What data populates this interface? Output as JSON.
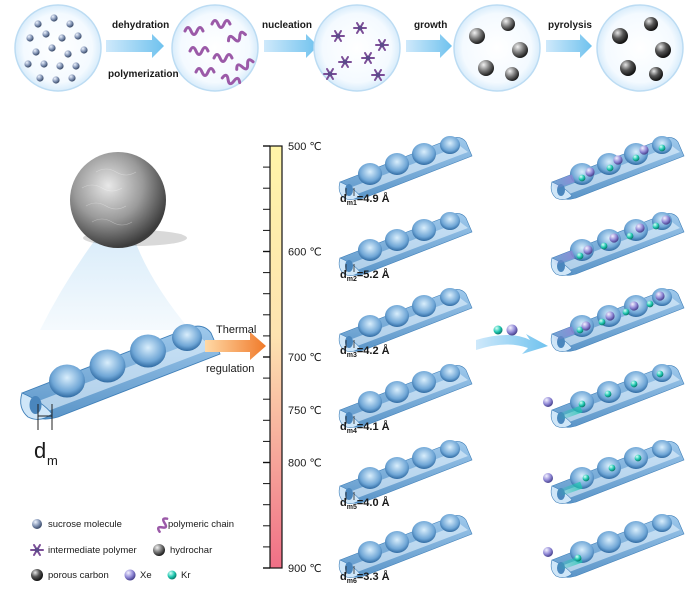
{
  "process": {
    "steps": [
      {
        "label": "dehydration",
        "label2": "polymerization"
      },
      {
        "label": "nucleation",
        "label2": ""
      },
      {
        "label": "growth",
        "label2": ""
      },
      {
        "label": "pyrolysis",
        "label2": ""
      }
    ]
  },
  "thermal": {
    "line1": "Thermal",
    "line2": "regulation"
  },
  "scale": {
    "ticks": [
      {
        "label": "500 ℃",
        "value": 500
      },
      {
        "label": "600 ℃",
        "value": 600
      },
      {
        "label": "700 ℃",
        "value": 700
      },
      {
        "label": "750 ℃",
        "value": 750
      },
      {
        "label": "800 ℃",
        "value": 800
      },
      {
        "label": "900 ℃",
        "value": 900
      }
    ],
    "min": 500,
    "max": 900
  },
  "pores": [
    {
      "sub": "m1",
      "value": "=4.9 Å"
    },
    {
      "sub": "m2",
      "value": "=5.2 Å"
    },
    {
      "sub": "m3",
      "value": "=4.2 Å"
    },
    {
      "sub": "m4",
      "value": "=4.1 Å"
    },
    {
      "sub": "m5",
      "value": "=4.0 Å"
    },
    {
      "sub": "m6",
      "value": "=3.3 Å"
    }
  ],
  "big_label": {
    "main": "d",
    "sub": "m"
  },
  "legend": {
    "sucrose": "sucrose molecule",
    "chain": "polymeric chain",
    "intermediate": "intermediate polymer",
    "hydrochar": "hydrochar",
    "porous": "porous carbon",
    "xe": "Xe",
    "kr": "Kr"
  },
  "colors": {
    "tube_dark": "#3f7fb8",
    "tube_light": "#cfe6f8",
    "chain": "#9b5aa8",
    "xe": "#8f88d6",
    "kr": "#1fc7b0",
    "bar_top": "#fff3a0",
    "bar_bottom": "#f06f86"
  }
}
